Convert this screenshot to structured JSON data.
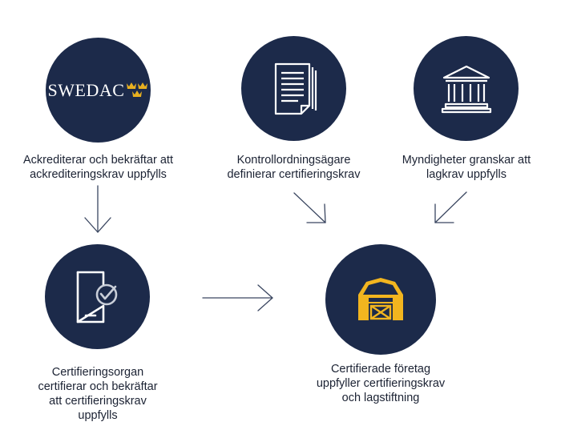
{
  "nodes": {
    "swedac": {
      "logo_text": "SWEDAC",
      "caption": "Ackrediterar och bekräftar att\nackrediteringskrav uppfylls"
    },
    "scheme_owner": {
      "icon": "document-icon",
      "caption": "Kontrollordningsägare\ndefinierar certifieringskrav"
    },
    "authorities": {
      "icon": "government-building-icon",
      "caption": "Myndigheter granskar att\nlagkrav uppfylls"
    },
    "certification_body": {
      "icon": "phone-checkmark-icon",
      "caption": "Certifieringsorgan\ncertifierar och bekräftar\natt certifieringskrav\nuppfylls"
    },
    "certified_companies": {
      "icon": "barn-icon",
      "caption": "Certifierade företag\nuppfyller certifieringskrav\noch lagstiftning"
    }
  },
  "colors": {
    "circle": "#1c2a4a",
    "arrow": "#3a4660",
    "barn": "#f2b51f",
    "crowns": "#e8b020",
    "text": "#1b2233"
  }
}
